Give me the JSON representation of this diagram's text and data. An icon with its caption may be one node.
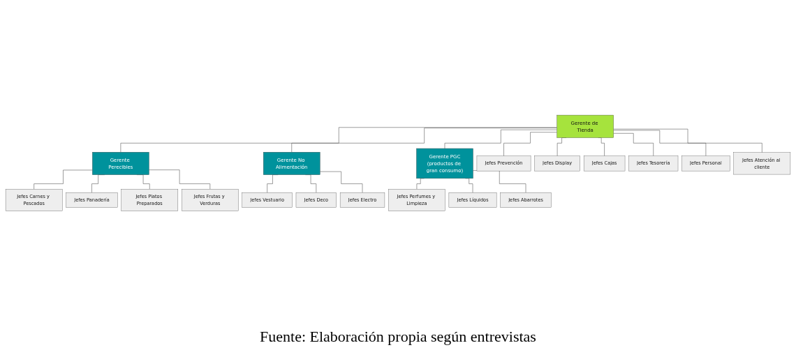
{
  "diagram": {
    "caption": "Fuente: Elaboración propia según entrevistas",
    "nodes": [
      {
        "text": [
          "Gerente de Tienda"
        ]
      },
      {
        "text": [
          "Gerente Perecibles"
        ]
      },
      {
        "text": [
          "Gerente No Alimentación"
        ]
      },
      {
        "text": [
          "Gerente PGC",
          "(productos de gran consumo)"
        ]
      },
      {
        "text": [
          "Jefes Carnes y Pescados"
        ]
      },
      {
        "text": [
          "Jefes Panadería"
        ]
      },
      {
        "text": [
          "Jefes Platos Preparados"
        ]
      },
      {
        "text": [
          "Jefes Frutas y Verduras"
        ]
      },
      {
        "text": [
          "Jefes Vestuario"
        ]
      },
      {
        "text": [
          "Jefes Deco"
        ]
      },
      {
        "text": [
          "Jefes Electro"
        ]
      },
      {
        "text": [
          "Jefes Perfumes y Limpieza"
        ]
      },
      {
        "text": [
          "Jefes Líquidos"
        ]
      },
      {
        "text": [
          "Jefes Abarrotes"
        ]
      },
      {
        "text": [
          "Jefes Prevención"
        ]
      },
      {
        "text": [
          "Jefes Display"
        ]
      },
      {
        "text": [
          "Jefes Cajas"
        ]
      },
      {
        "text": [
          "Jefes Tesorería"
        ]
      },
      {
        "text": [
          "Jefes Personal"
        ]
      },
      {
        "text": [
          "Jefes Atención al cliente"
        ]
      }
    ],
    "edges": [
      {
        "from": 0,
        "to": 1,
        "arrow": "none"
      },
      {
        "from": 0,
        "to": 2,
        "arrow": "none"
      },
      {
        "from": 0,
        "to": 3,
        "arrow": "none"
      },
      {
        "from": 0,
        "to": 14,
        "arrow": "none"
      },
      {
        "from": 0,
        "to": 15,
        "arrow": "none"
      },
      {
        "from": 0,
        "to": 16,
        "arrow": "none"
      },
      {
        "from": 0,
        "to": 17,
        "arrow": "none"
      },
      {
        "from": 0,
        "to": 18,
        "arrow": "none"
      },
      {
        "from": 0,
        "to": 19,
        "arrow": "none"
      },
      {
        "from": 1,
        "to": 4,
        "arrow": "none"
      },
      {
        "from": 1,
        "to": 5,
        "arrow": "none"
      },
      {
        "from": 1,
        "to": 6,
        "arrow": "none"
      },
      {
        "from": 1,
        "to": 7,
        "arrow": "none"
      },
      {
        "from": 2,
        "to": 8,
        "arrow": "none"
      },
      {
        "from": 2,
        "to": 9,
        "arrow": "none"
      },
      {
        "from": 2,
        "to": 10,
        "arrow": "none"
      },
      {
        "from": 3,
        "to": 11,
        "arrow": "none"
      },
      {
        "from": 3,
        "to": 12,
        "arrow": "none"
      },
      {
        "from": 3,
        "to": 13,
        "arrow": "none"
      }
    ]
  }
}
